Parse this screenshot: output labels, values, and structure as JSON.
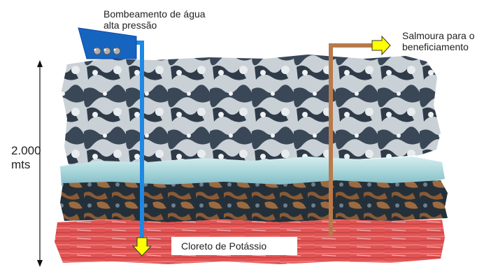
{
  "labels": {
    "pump": [
      "Bombeamento de água",
      "alta pressão"
    ],
    "brine": [
      "Salmoura para o",
      "beneficiamento"
    ],
    "depth": [
      "2.000",
      "mts"
    ],
    "potash": "Cloreto de Potássio"
  },
  "colors": {
    "injection_pipe": "#1e88e5",
    "pump_body": "#1565c0",
    "brine_pipe": "#b87a4b",
    "arrow_fill": "#ffff00",
    "salt_layer": "#e05050",
    "water_layer": "#a9d8dc",
    "dark_rock": "#2b3540",
    "caprock": "#3c4a58"
  }
}
